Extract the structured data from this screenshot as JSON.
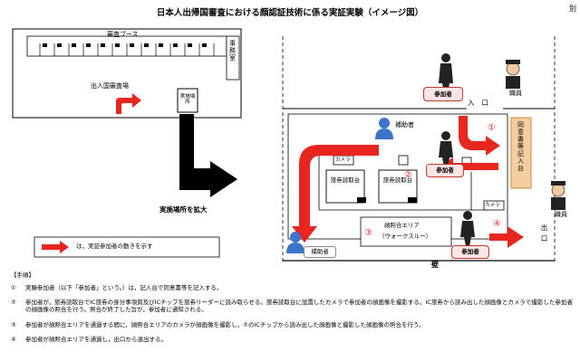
{
  "title": "日本人出帰国審査における顔認証技術に係る実証実験（イメージ図）",
  "corner_mark": "別",
  "left_panel": {
    "booth_label": "審査ブース",
    "office_label": "事務室",
    "hall_label": "出入国審査場",
    "site_label": "実施場所",
    "expand_label": "実施場所を拡大"
  },
  "legend": {
    "text": "は，実証参加者の動きを示す"
  },
  "right_panel": {
    "participant_label": "参加者",
    "staff_label": "職員",
    "assistant_label": "補助者",
    "camera_label": "カメラ",
    "reader_label": "旅券読取台",
    "consent_desk_label": "同意書等記入台",
    "face_area_label": "顔照合エリア",
    "walk_through_label": "（ウォークスルー）",
    "entrance_label": "入口",
    "exit_label": "出口",
    "wall_label": "壁",
    "circled_1": "①",
    "circled_2": "②",
    "circled_3": "③",
    "circled_4": "④"
  },
  "steps": {
    "header": "【手順】",
    "items": [
      {
        "num": "①",
        "text": "実験参加者（以下「参加者」という。）は，記入台で同意書等を記入する。"
      },
      {
        "num": "②",
        "text": "参加者が，旅券読取台でIC旅券の身分事項頁及びICチップを旅券リーダーに読み取らせる。旅券読取台に設置したカメラで参加者の顔画像を撮影する。IC旅券から読み出した顔画像とカメラで撮影した参加者の顔画像の照合を行う。照合が終了した旨が，参加者に通知される。"
      },
      {
        "num": "③",
        "text": "参加者が顔照合エリアを通過する間に，顔照合エリアのカメラが顔画像を撮影し，②のICチップから読み出した顔画像と撮影した顔画像の照合を行う。"
      },
      {
        "num": "④",
        "text": "参加者が顔照合エリアを通過し，出口から退出する。"
      }
    ]
  }
}
